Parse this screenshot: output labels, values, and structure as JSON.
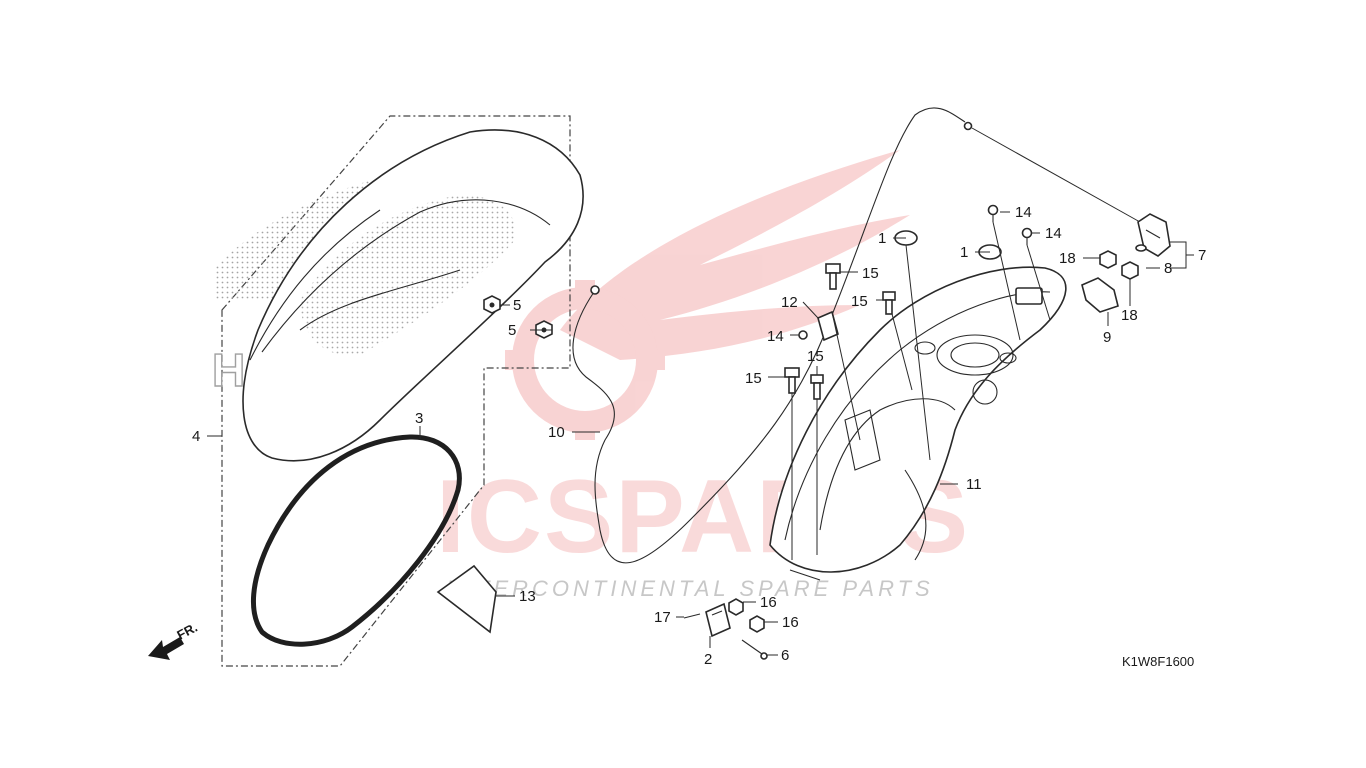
{
  "watermark": {
    "brand_text": "ICSPARTS",
    "tagline": "INTERCONTINENTAL SPARE PARTS",
    "primary_color": "#e23a3a",
    "secondary_color": "#bfbfbf"
  },
  "honda_emblem_text": "HONDA",
  "direction_label": "FR.",
  "diagram_code": "K1W8F1600",
  "callouts": {
    "c1a": "1",
    "c1b": "1",
    "c2": "2",
    "c3": "3",
    "c4": "4",
    "c5a": "5",
    "c5b": "5",
    "c6": "6",
    "c7": "7",
    "c8": "8",
    "c9": "9",
    "c10": "10",
    "c11": "11",
    "c12": "12",
    "c13": "13",
    "c14a": "14",
    "c14b": "14",
    "c14c": "14",
    "c15a": "15",
    "c15b": "15",
    "c15c": "15",
    "c15d": "15",
    "c16a": "16",
    "c16b": "16",
    "c17": "17",
    "c18a": "18",
    "c18b": "18"
  },
  "icons": [
    "front-direction-arrow-icon"
  ]
}
